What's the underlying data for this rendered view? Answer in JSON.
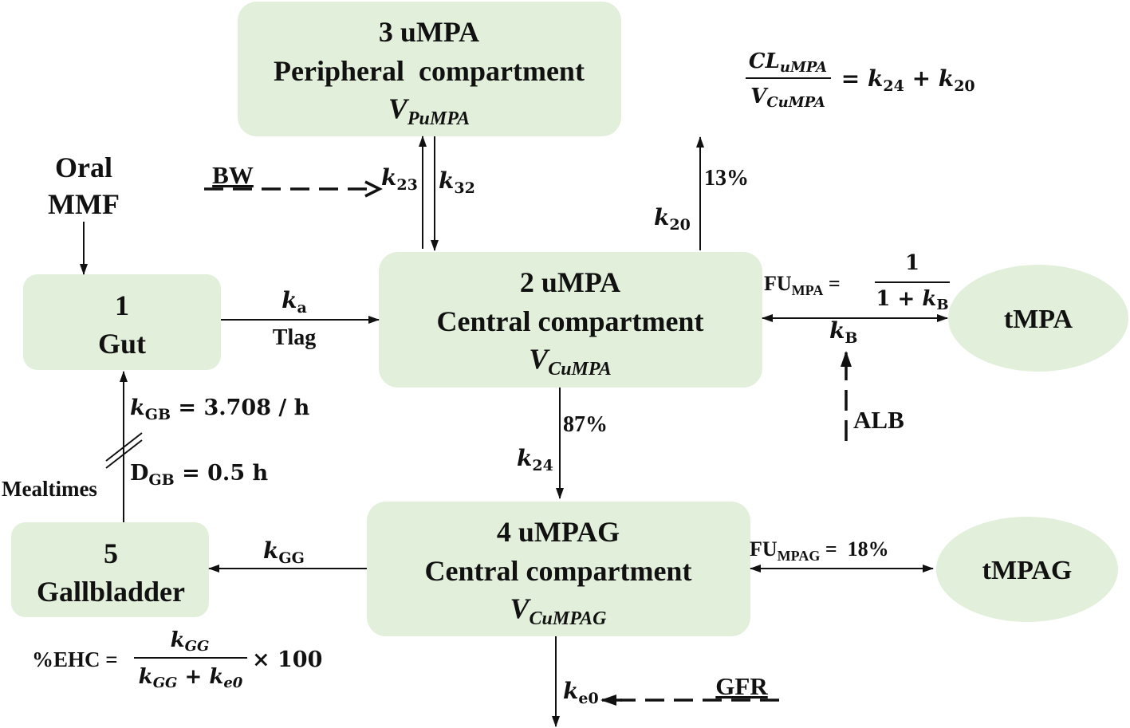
{
  "boxes": {
    "gut": {
      "number": "1",
      "name": "Gut"
    },
    "central_mpa": {
      "title": "2 uMPA",
      "subtitle": "Central compartment",
      "volume": "V",
      "volume_sub": "CuMPA"
    },
    "peripheral": {
      "title": "3 uMPA",
      "subtitle": "Peripheral  compartment",
      "volume": "V",
      "volume_sub": "PuMPA"
    },
    "central_mpag": {
      "title": "4 uMPAG",
      "subtitle": "Central compartment",
      "volume": "V",
      "volume_sub": "CuMPAG"
    },
    "gallbladder": {
      "number": "5",
      "name": "Gallbladder"
    },
    "tmpa": "tMPA",
    "tmpag": "tMPAG"
  },
  "inputs": {
    "oral_line1": "Oral",
    "oral_line2": "MMF",
    "bw": "BW",
    "alb": "ALB",
    "gfr": "GFR",
    "mealtimes": "Mealtimes"
  },
  "rates": {
    "k": "k",
    "ka_sub": "a",
    "tlag": "Tlag",
    "k23_sub": "23",
    "k32_sub": "32",
    "k20_sub": "20",
    "pct_13": "13%",
    "pct_87": "87%",
    "k24_sub": "24",
    "kgg_sub": "GG",
    "ke0_sub": "e0",
    "kb_sub": "B"
  },
  "equations": {
    "cl_num": "CL",
    "cl_num_sub": "uMPA",
    "cl_den": "V",
    "cl_den_sub": "CuMPA",
    "cl_rhs_eq": " = ",
    "k24_sub": "24",
    "plus": " + ",
    "k20_sub": "20",
    "fu_mpa": "FU",
    "fu_mpa_sub": "MPA",
    "fu_eq": " = ",
    "fu_num": "1",
    "fu_den": "1 + ",
    "fu_den_sub": "B",
    "fu_mpag": "FU",
    "fu_mpag_sub": "MPAG",
    "fu_mpag_val": " 18%",
    "kgb_sub": "GB",
    "kgb_val": " = 3.708 / h",
    "dgb": "D",
    "dgb_sub": "GB",
    "dgb_val": " = 0.5 h",
    "ehc_lhs": "%EHC = ",
    "ehc_num_sub": "GG",
    "ehc_den_plus": " + ",
    "ehc_den_sub1": "GG",
    "ehc_den_sub2": "e0",
    "ehc_times": "× 100"
  }
}
